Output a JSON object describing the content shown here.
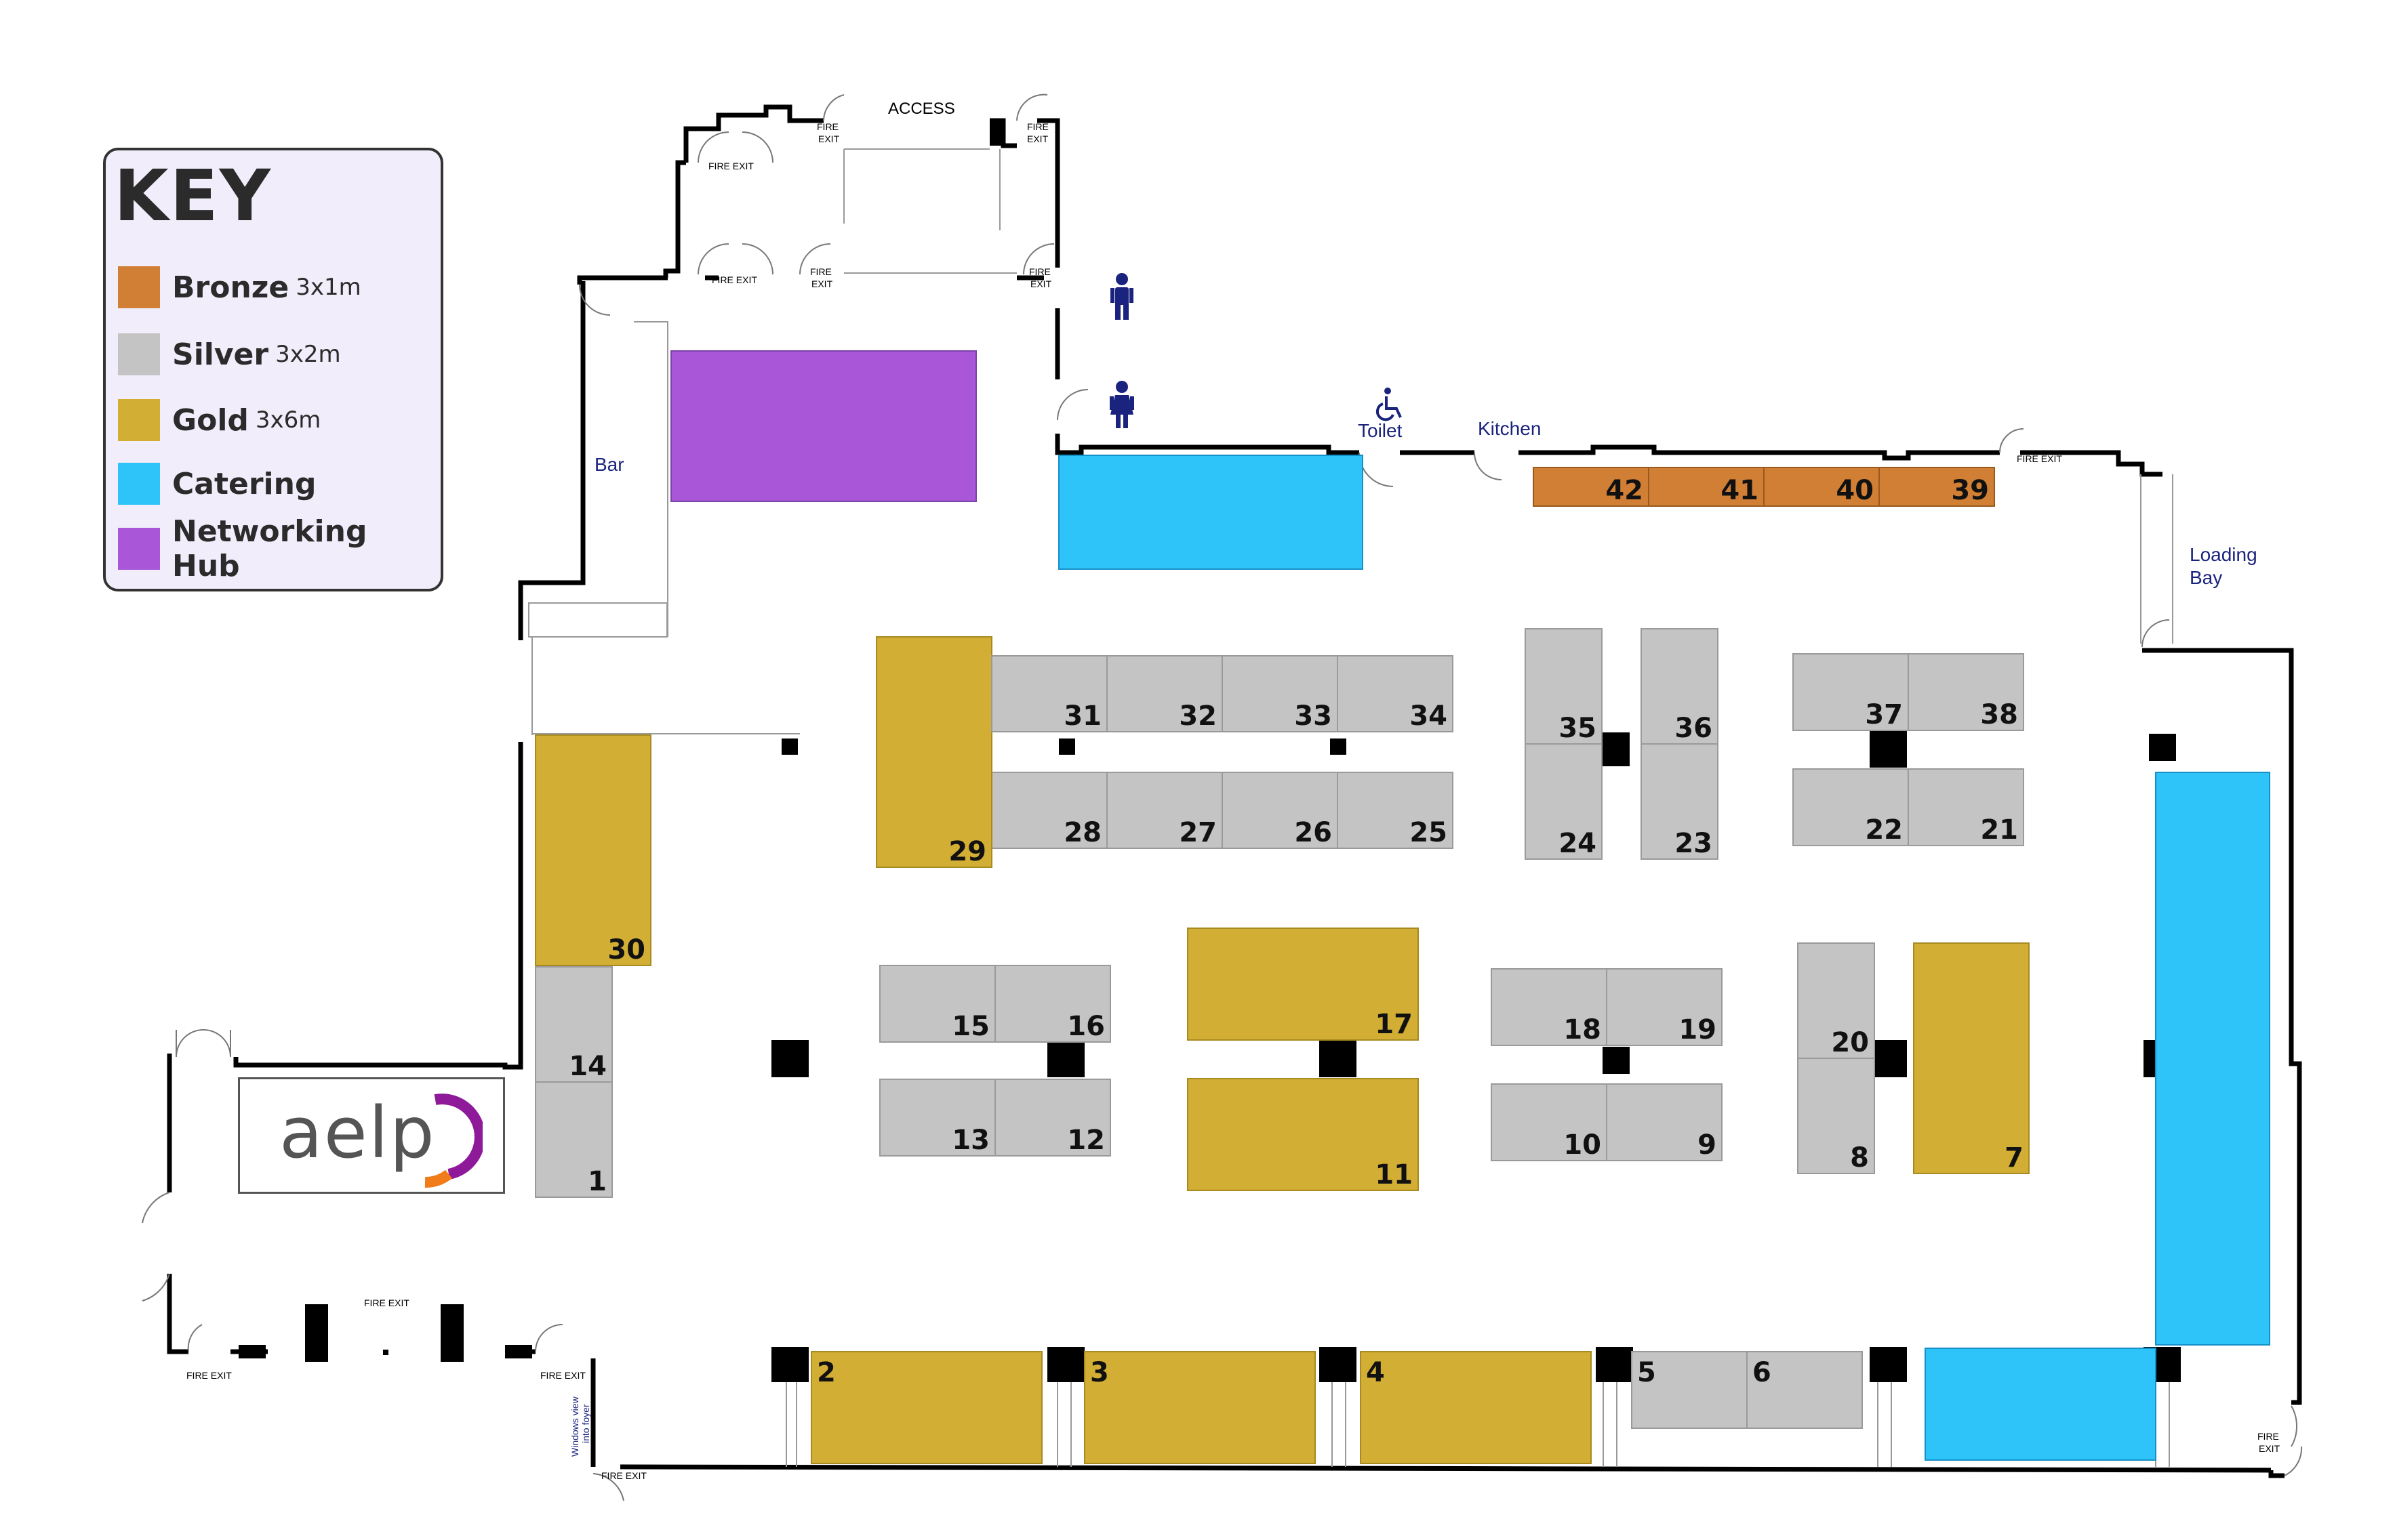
{
  "key": {
    "title": "KEY",
    "items": [
      {
        "label": "Bronze",
        "size": "3x1m",
        "color": "#d07f34"
      },
      {
        "label": "Silver",
        "size": "3x2m",
        "color": "#c4c4c4"
      },
      {
        "label": "Gold",
        "size": "3x6m",
        "color": "#d3ae34"
      },
      {
        "label": "Catering",
        "size": "",
        "color": "#2ec4fa"
      },
      {
        "label": "Networking Hub",
        "size": "",
        "color": "#a957d8"
      }
    ]
  },
  "colors": {
    "bronze": "#d07f34",
    "silver": "#c4c4c4",
    "gold": "#d3ae34",
    "catering": "#2ec4fa",
    "networking": "#a957d8",
    "wall": "#000000",
    "sign_text": "#1a237e"
  },
  "logo": {
    "text": "aelp"
  },
  "labels": {
    "access": "ACCESS",
    "bar": "Bar",
    "toilet": "Toilet",
    "kitchen": "Kitchen",
    "loading_bay_1": "Loading",
    "loading_bay_2": "Bay",
    "windows_view_1": "Windows view",
    "windows_view_2": "into foyer",
    "fire_exit": "FIRE EXIT",
    "fire": "FIRE",
    "exit": "EXIT"
  },
  "icons": [
    "male-toilet-icon",
    "female-toilet-icon",
    "wheelchair-icon"
  ],
  "stands": [
    "1",
    "2",
    "3",
    "4",
    "5",
    "6",
    "7",
    "8",
    "9",
    "10",
    "11",
    "12",
    "13",
    "14",
    "15",
    "16",
    "17",
    "18",
    "19",
    "20",
    "21",
    "22",
    "23",
    "24",
    "25",
    "26",
    "27",
    "28",
    "29",
    "30",
    "31",
    "32",
    "33",
    "34",
    "35",
    "36",
    "37",
    "38",
    "39",
    "40",
    "41",
    "42"
  ]
}
